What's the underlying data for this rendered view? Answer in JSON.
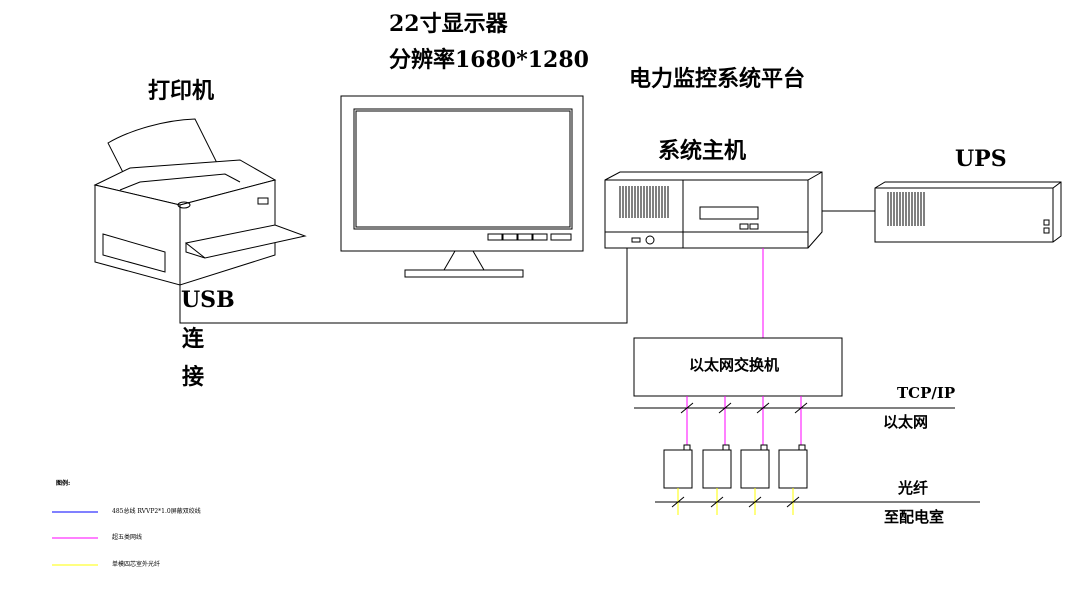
{
  "labels": {
    "printer": "打印机",
    "monitor_line1": "22寸显示器",
    "monitor_line2": "分辨率1680*1280",
    "platform": "电力监控系统平台",
    "host": "系统主机",
    "ups": "UPS",
    "usb": "USB",
    "usb_conn_1": "连",
    "usb_conn_2": "接",
    "switch": "以太网交换机",
    "tcpip": "TCP/IP",
    "ethernet": "以太网",
    "fiber": "光纤",
    "to_room": "至配电室"
  },
  "legend": {
    "title": "图例:",
    "items": [
      {
        "label": "485总线 RVVP2*1.0屏蔽双绞线",
        "color": "#0000ff"
      },
      {
        "label": "超五类网线",
        "color": "#ff00ff"
      },
      {
        "label": "单模四芯室外光纤",
        "color": "#ffff00"
      }
    ]
  },
  "colors": {
    "outline": "#000000",
    "network_cable": "#ff00ff",
    "fiber_cable": "#ffff00",
    "bus_cable": "#0000ff"
  }
}
